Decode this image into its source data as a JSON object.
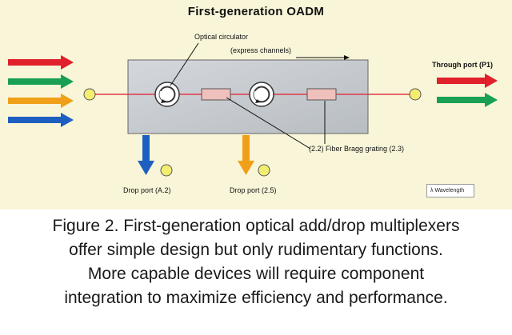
{
  "title": "First-generation OADM",
  "labels": {
    "optical_circulator": "Optical circulator",
    "express_channels": "(express channels)",
    "through_port": "Through port (P1)",
    "fiber_bragg_grating": "(2.2) Fiber Bragg grating (2.3)",
    "drop_port_1": "Drop port (A.2)",
    "drop_port_2": "Drop port (2.5)",
    "legend": "λ  Wavelength"
  },
  "caption": [
    "Figure 2. First-generation optical add/drop multiplexers",
    "offer simple design but only rudimentary functions.",
    "More capable devices will require component",
    "integration to maximize efficiency and performance."
  ],
  "colors": {
    "red": "#e0202a",
    "green": "#1aa055",
    "orange": "#f0a018",
    "blue": "#1c5fc0",
    "fiber": "#e03848",
    "box": "#c8ccd0",
    "port": "#f4ee70",
    "grating": "#f0c0bc"
  }
}
